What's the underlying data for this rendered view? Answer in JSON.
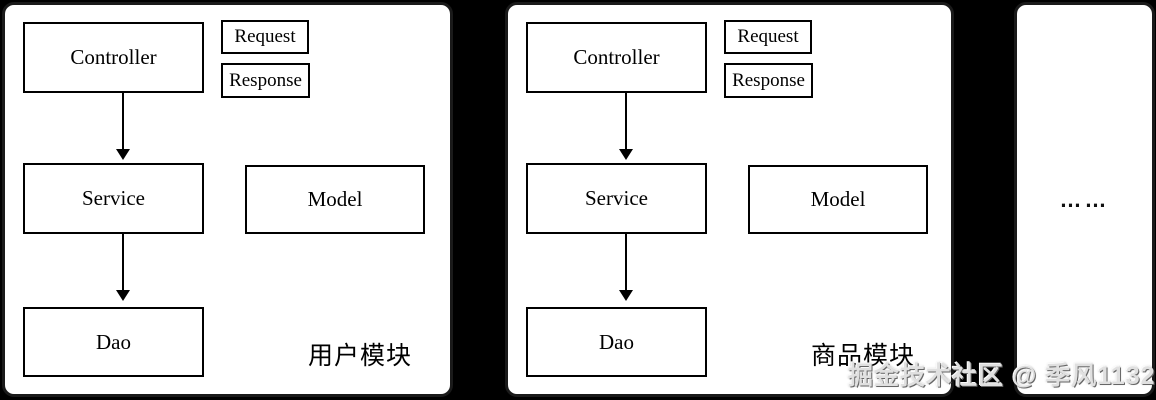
{
  "diagram": {
    "modules": [
      {
        "label": "用户模块",
        "boxes": {
          "controller": "Controller",
          "request": "Request",
          "response": "Response",
          "service": "Service",
          "model": "Model",
          "dao": "Dao"
        }
      },
      {
        "label": "商品模块",
        "boxes": {
          "controller": "Controller",
          "request": "Request",
          "response": "Response",
          "service": "Service",
          "model": "Model",
          "dao": "Dao"
        }
      }
    ],
    "more_panel": {
      "ellipsis": "……"
    }
  },
  "watermark": {
    "text": "掘金技术社区 @ 季风1132"
  },
  "colors": {
    "background": "#000000",
    "panel_fill": "#ffffff",
    "panel_border": "#1a1a1a",
    "box_border": "#000000",
    "text": "#000000",
    "watermark_text": "#e0e0e0"
  }
}
